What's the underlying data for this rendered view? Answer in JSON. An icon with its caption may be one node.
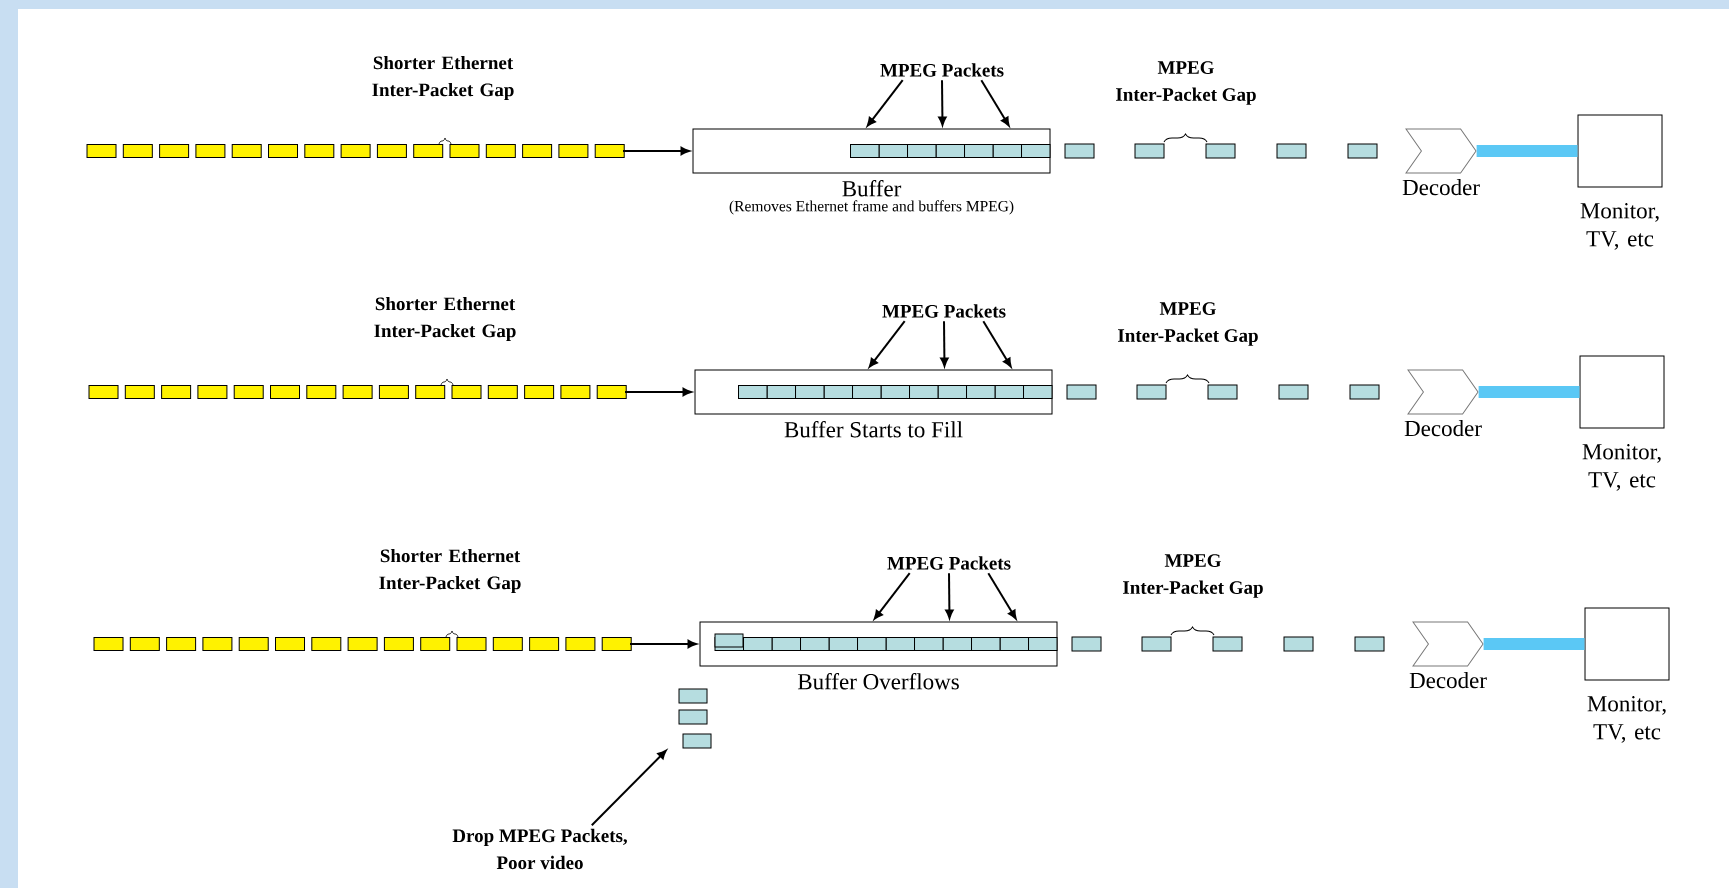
{
  "diagram": {
    "nodes": [
      {
        "text": [
          "MPEG Packets"
        ]
      },
      {
        "text": [
          "Buffer",
          "(Removes Ethernet frame and buffers MPEG)"
        ]
      },
      {
        "text": [
          "Decoder"
        ]
      },
      {
        "text": [
          "Monitor, TV, etc"
        ]
      },
      {
        "text": [
          "MPEG Packets"
        ]
      },
      {
        "text": [
          "Buffer Starts to Fill"
        ]
      },
      {
        "text": [
          "Decoder"
        ]
      },
      {
        "text": [
          "Monitor, TV, etc"
        ]
      },
      {
        "text": [
          "MPEG Packets"
        ]
      },
      {
        "text": [
          "Buffer Overflows"
        ]
      },
      {
        "text": [
          "Decoder"
        ]
      },
      {
        "text": [
          "Monitor, TV, etc"
        ]
      },
      {
        "text": [],
        "shape": "box"
      },
      {
        "text": [
          "Drop MPEG Packets, Poor video"
        ]
      }
    ],
    "edges": [
      {
        "from": null,
        "to": 1,
        "arrow": "to"
      },
      {
        "from": 0,
        "to": 1,
        "arrow": "to"
      },
      {
        "from": 0,
        "to": 1,
        "arrow": "to"
      },
      {
        "from": 0,
        "to": 1,
        "arrow": "to"
      },
      {
        "from": 2,
        "to": 3,
        "arrow": "none",
        "style": "thick",
        "color": "#5bc8f5"
      },
      {
        "from": null,
        "to": 5,
        "arrow": "to"
      },
      {
        "from": 4,
        "to": 5,
        "arrow": "to"
      },
      {
        "from": 4,
        "to": 5,
        "arrow": "to"
      },
      {
        "from": 4,
        "to": 5,
        "arrow": "to"
      },
      {
        "from": 6,
        "to": 7,
        "arrow": "none",
        "style": "thick",
        "color": "#5bc8f5"
      },
      {
        "from": null,
        "to": 9,
        "arrow": "to"
      },
      {
        "from": 8,
        "to": 9,
        "arrow": "to"
      },
      {
        "from": 8,
        "to": 9,
        "arrow": "to"
      },
      {
        "from": 8,
        "to": 9,
        "arrow": "to"
      },
      {
        "from": 10,
        "to": 11,
        "arrow": "none",
        "style": "thick",
        "color": "#5bc8f5"
      },
      {
        "from": 13,
        "to": 12,
        "arrow": "to"
      }
    ],
    "labels": [
      "Shorter Ethernet Inter-Packet Gap",
      "MPEG Inter-Packet Gap",
      "Shorter Ethernet Inter-Packet Gap",
      "MPEG Inter-Packet Gap",
      "Shorter Ethernet Inter-Packet Gap",
      "MPEG Inter-Packet Gap"
    ]
  }
}
